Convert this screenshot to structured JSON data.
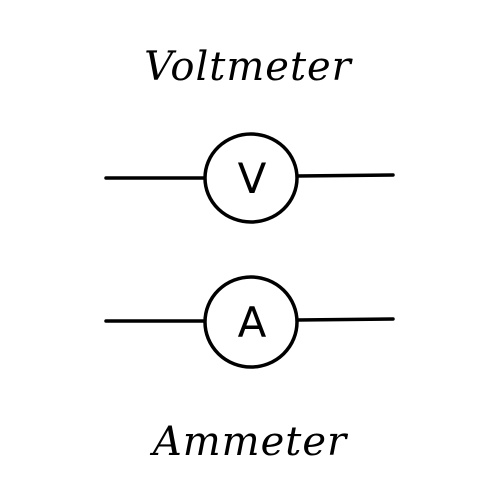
{
  "labels": {
    "top": "Voltmeter",
    "bottom": "Ammeter"
  },
  "symbols": {
    "voltmeter_letter": "V",
    "ammeter_letter": "A"
  },
  "colors": {
    "ink": "#000000",
    "background": "#ffffff"
  }
}
